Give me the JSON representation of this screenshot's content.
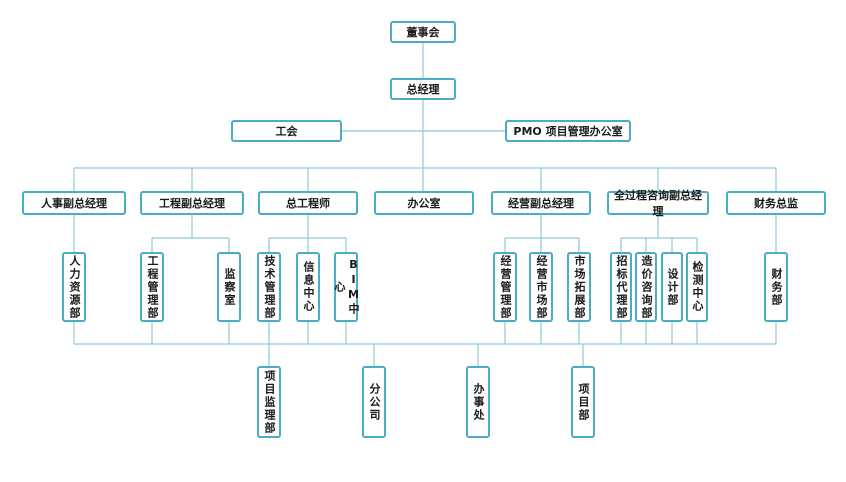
{
  "org": {
    "board": "董事会",
    "gm": "总经理",
    "union": "工会",
    "pmo": "PMO 项目管理办公室",
    "vps": {
      "hr_vp": "人事副总经理",
      "eng_vp": "工程副总经理",
      "chief_engineer": "总工程师",
      "office": "办公室",
      "biz_vp": "经营副总经理",
      "consult_vp": "全过程咨询副总经理",
      "cfo": "财务总监"
    },
    "depts": {
      "hr_dept": "人力资源部",
      "eng_mgmt": "工程管理部",
      "supervision": "监察室",
      "tech_mgmt": "技术管理部",
      "info_center": "信息中心",
      "bim_center": "BIM中心",
      "biz_mgmt": "经营管理部",
      "market": "经营市场部",
      "market_expand": "市场拓展部",
      "tender_agent": "招标代理部",
      "cost_consult": "造价咨询部",
      "design": "设计部",
      "inspection": "检测中心",
      "finance": "财务部"
    },
    "branches": {
      "project_supervision": "项目监理部",
      "branch_company": "分公司",
      "office_site": "办事处",
      "project_dept": "项目部"
    }
  }
}
